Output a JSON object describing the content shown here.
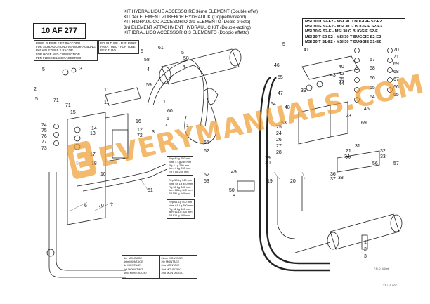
{
  "header": {
    "doc_ref": "10 AF 277",
    "title_lines": [
      "KIT HYDRAULIQUE ACCESSOIRE 3ème ELEMENT (Double effet)",
      "KIT 3er ELEMENT ZUBEHOR HYDRAULIK (Doppeltwirkend)",
      "KIT HIDRAULICO ACCESORIO 3ro ELEMENTO (Doble  efecto)",
      "3rd ELEMENT ATTACHMENT HYDRAULIC KIT (Double-acting)",
      "KIT IDRAULICO ACCESSORIO 3 ELEMENTO (Doppio  effetto)"
    ],
    "models": [
      "MSI 30 D S2-E2 - MSI 30 D BUGGIE S2-E2",
      "MSI 30 G S2-E2 - MSI 30 G BUGGIE S2-E2",
      "MSI 30 G S2-E  - MSI 30 G BUGGIE S2-E",
      "MSI 30 T S2-E2 - MSI 30 T BUGGIE S2-E2",
      "MSI 30 T S1-E2 - MSI 30 T BUGGIE S1-E2"
    ]
  },
  "notes": {
    "hose_fitting": [
      "POUR FLEXIBLE ET RACCORD",
      "FUR SCHLAUCH UND VERSCHRAUBUNG",
      "PARA FLEXIBLE Y RACOR",
      "FOR HOSE AND CONNECTION",
      "PER FLESSIBILE E RACCORDO"
    ],
    "tube": [
      "POUR TUBE - FUR ROHR",
      "PARA TUBO - FOR TUBE",
      "PER TUBO"
    ]
  },
  "torque_legend": {
    "block_a": [
      "Rep 4 Lg 250 mm",
      "Nme 4 Lg 250 mm",
      "Fig 4 Lg 250 mm",
      "Item 4 Lg 250 mm",
      "Rif 4 Lg 250 mm"
    ],
    "block_b": [
      "Rep 58 Lg 340 mm",
      "Nme 58 Lg 340 mm",
      "Fig 58 Lg 340 mm",
      "Item 58 Lg 340 mm",
      "Rif 58 Lg 340 mm"
    ],
    "block_c": [
      "Rep 61 Lg 400 mm",
      "Nme 61 Lg 400 mm",
      "Fig 61 Lg 400 mm",
      "Item 61 Lg 400 mm",
      "Rif 61 Lg 400 mm"
    ]
  },
  "mounting": {
    "first": [
      "1er MONTAGE",
      "1ste MONTAGE",
      "1o MONTAJE",
      "1st MOUNTING",
      "1mo MONTAGGIO"
    ],
    "second": [
      "2ème MONTAGE",
      "2te MONTAGE",
      "2do MONTAJE",
      "2nd MOUNTING",
      "2do MONTAGGIO"
    ]
  },
  "callouts": {
    "left": [
      "5",
      "2",
      "3",
      "5",
      "71",
      "71",
      "11",
      "11",
      "14",
      "15",
      "74",
      "75",
      "76",
      "77",
      "73",
      "16",
      "12",
      "13",
      "72",
      "17",
      "18",
      "6",
      "7",
      "51",
      "9",
      "10"
    ],
    "center": [
      "5",
      "58",
      "4",
      "61",
      "5",
      "58",
      "4",
      "59",
      "60",
      "5",
      "4",
      "3",
      "1",
      "62",
      "65",
      "1",
      "52",
      "53"
    ],
    "right": [
      "5",
      "41",
      "46",
      "47",
      "48",
      "55",
      "39",
      "54",
      "53",
      "40",
      "42",
      "44",
      "43",
      "35",
      "25",
      "24",
      "26",
      "27",
      "28",
      "19",
      "20",
      "21",
      "22",
      "23",
      "29",
      "30",
      "31",
      "32",
      "33",
      "34",
      "36",
      "37",
      "38",
      "49",
      "50",
      "8",
      "70",
      "69",
      "68",
      "67",
      "66",
      "65",
      "64",
      "45",
      "1",
      "2",
      "3",
      "56",
      "57"
    ],
    "right_col": [
      "70",
      "71",
      "69",
      "68",
      "67",
      "66",
      "65"
    ]
  },
  "footer": {
    "code": "27 / 11 / 07",
    "stamp": "F.R.D. 44/mt"
  },
  "watermark": {
    "text": "EVERYMANUALS.COM",
    "color": "#ef9c2f"
  }
}
